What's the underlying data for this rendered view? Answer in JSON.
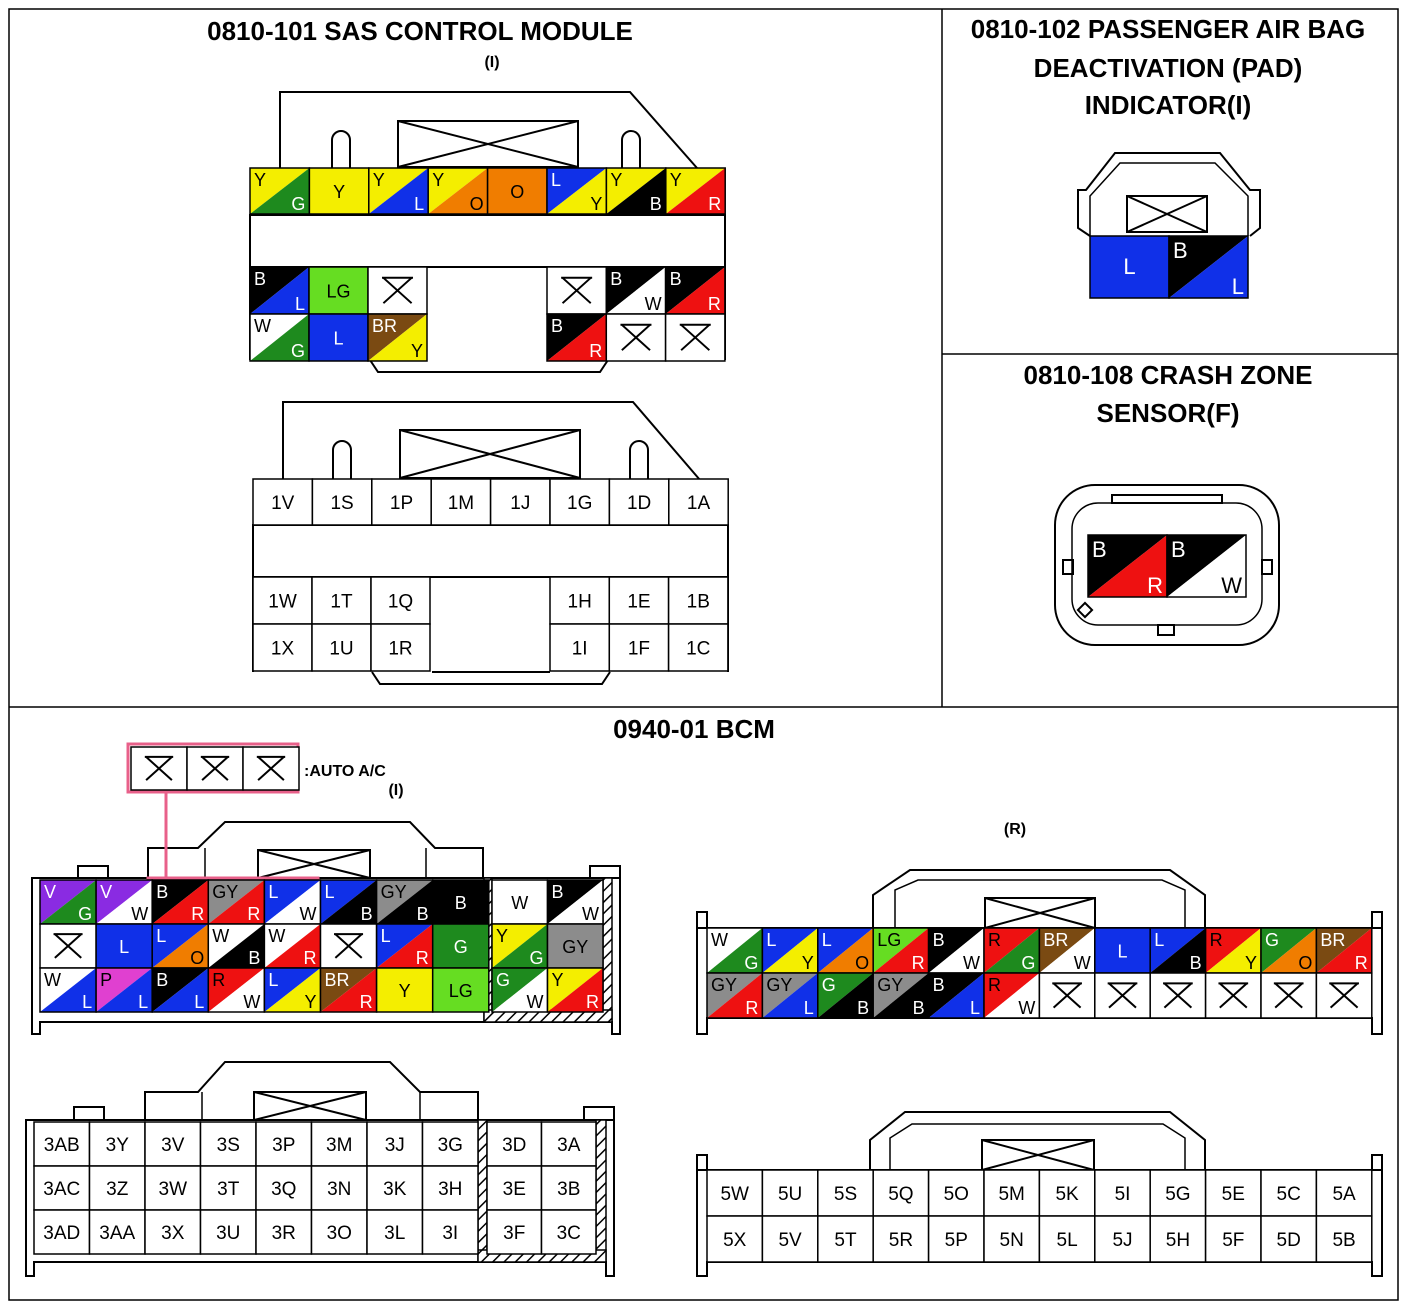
{
  "colors": {
    "Y": "#f4ee00",
    "G": "#1e8a1e",
    "L": "#1030e8",
    "O": "#f07d00",
    "B": "#000000",
    "R": "#ee1111",
    "W": "#ffffff",
    "LG": "#66dd22",
    "BR": "#7a4a12",
    "V": "#8a2be2",
    "GY": "#8c8c8c",
    "P": "#e040d0",
    "highlight": "#e8608a"
  },
  "sas": {
    "title": "0810-101 SAS CONTROL MODULE",
    "sub": "(I)",
    "top_colors": [
      [
        "Y",
        "G"
      ],
      [
        "Y"
      ],
      [
        "Y",
        "L"
      ],
      [
        "Y",
        "O"
      ],
      [
        "O"
      ],
      [
        "L",
        "Y"
      ],
      [
        "Y",
        "B"
      ],
      [
        "Y",
        "R"
      ]
    ],
    "left_colors": [
      [
        [
          "B",
          "L"
        ],
        [
          "LG"
        ],
        [
          "*"
        ]
      ],
      [
        [
          "W",
          "G"
        ],
        [
          "L"
        ],
        [
          "BR",
          "Y"
        ]
      ]
    ],
    "right_colors": [
      [
        [
          "*"
        ],
        [
          "B",
          "W"
        ],
        [
          "B",
          "R"
        ]
      ],
      [
        [
          "B",
          "R"
        ],
        [
          "*"
        ],
        [
          "*"
        ]
      ]
    ],
    "top_pins": [
      "1V",
      "1S",
      "1P",
      "1M",
      "1J",
      "1G",
      "1D",
      "1A"
    ],
    "left_pins": [
      [
        "1W",
        "1T",
        "1Q"
      ],
      [
        "1X",
        "1U",
        "1R"
      ]
    ],
    "right_pins": [
      [
        "1H",
        "1E",
        "1B"
      ],
      [
        "1I",
        "1F",
        "1C"
      ]
    ]
  },
  "pad": {
    "title_lines": [
      "0810-102 PASSENGER AIR BAG",
      "DEACTIVATION (PAD)",
      "INDICATOR(I)"
    ],
    "colors": [
      [
        "L"
      ],
      [
        "B",
        "L"
      ]
    ]
  },
  "crash": {
    "title_lines": [
      "0810-108 CRASH ZONE",
      "SENSOR(F)"
    ],
    "colors": [
      [
        "B",
        "R"
      ],
      [
        "B",
        "W"
      ]
    ]
  },
  "bcm": {
    "title": "0940-01 BCM",
    "auto_ac": ":AUTO A/C",
    "auto_ac_sub": "(I)",
    "r_label": "(R)",
    "left_main_colors": [
      [
        [
          "V",
          "G"
        ],
        [
          "V",
          "W"
        ],
        [
          "B",
          "R"
        ],
        [
          "GY",
          "R"
        ],
        [
          "L",
          "W"
        ],
        [
          "L",
          "B"
        ],
        [
          "GY",
          "B"
        ],
        [
          "B"
        ]
      ],
      [
        [
          "*"
        ],
        [
          "L"
        ],
        [
          "L",
          "O"
        ],
        [
          "W",
          "B"
        ],
        [
          "W",
          "R"
        ],
        [
          "*"
        ],
        [
          "L",
          "R"
        ],
        [
          "G"
        ]
      ],
      [
        [
          "W",
          "L"
        ],
        [
          "P",
          "L"
        ],
        [
          "B",
          "L"
        ],
        [
          "R",
          "W"
        ],
        [
          "L",
          "Y"
        ],
        [
          "BR",
          "R"
        ],
        [
          "Y"
        ],
        [
          "LG"
        ]
      ]
    ],
    "left_side_colors": [
      [
        [
          "W"
        ],
        [
          "B",
          "W"
        ]
      ],
      [
        [
          "Y",
          "G"
        ],
        [
          "GY"
        ]
      ],
      [
        [
          "G",
          "W"
        ],
        [
          "Y",
          "R"
        ]
      ]
    ],
    "left_main_pins": [
      [
        "3AB",
        "3Y",
        "3V",
        "3S",
        "3P",
        "3M",
        "3J",
        "3G"
      ],
      [
        "3AC",
        "3Z",
        "3W",
        "3T",
        "3Q",
        "3N",
        "3K",
        "3H"
      ],
      [
        "3AD",
        "3AA",
        "3X",
        "3U",
        "3R",
        "3O",
        "3L",
        "3I"
      ]
    ],
    "left_side_pins": [
      [
        "3D",
        "3A"
      ],
      [
        "3E",
        "3B"
      ],
      [
        "3F",
        "3C"
      ]
    ],
    "right_colors": [
      [
        [
          "W",
          "G"
        ],
        [
          "L",
          "Y"
        ],
        [
          "L",
          "O"
        ],
        [
          "LG",
          "R"
        ],
        [
          "B",
          "W"
        ],
        [
          "R",
          "G"
        ],
        [
          "BR",
          "W"
        ],
        [
          "L"
        ],
        [
          "L",
          "B"
        ],
        [
          "R",
          "Y"
        ],
        [
          "G",
          "O"
        ],
        [
          "BR",
          "R"
        ]
      ],
      [
        [
          "GY",
          "R"
        ],
        [
          "GY",
          "L"
        ],
        [
          "G",
          "B"
        ],
        [
          "GY",
          "B"
        ],
        [
          "B",
          "L"
        ],
        [
          "R",
          "W"
        ],
        [
          "*"
        ],
        [
          "*"
        ],
        [
          "*"
        ],
        [
          "*"
        ],
        [
          "*"
        ],
        [
          "*"
        ]
      ]
    ],
    "right_pins": [
      [
        "5W",
        "5U",
        "5S",
        "5Q",
        "5O",
        "5M",
        "5K",
        "5I",
        "5G",
        "5E",
        "5C",
        "5A"
      ],
      [
        "5X",
        "5V",
        "5T",
        "5R",
        "5P",
        "5N",
        "5L",
        "5J",
        "5H",
        "5F",
        "5D",
        "5B"
      ]
    ]
  }
}
